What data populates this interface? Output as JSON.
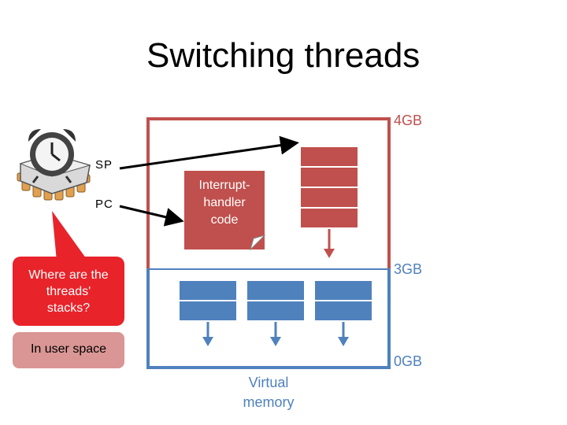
{
  "title": "Switching threads",
  "registers": {
    "sp": "SP",
    "pc": "PC"
  },
  "memory_labels": {
    "top": "4GB",
    "boundary": "3GB",
    "bottom": "0GB"
  },
  "handler_box": {
    "line1": "Interrupt-",
    "line2": "handler",
    "line3": "code"
  },
  "callout": {
    "line1": "Where are the",
    "line2": "threads'",
    "line3": "stacks?"
  },
  "user_note": "In user space",
  "footer": {
    "line1": "Virtual",
    "line2": "memory"
  },
  "colors": {
    "kernel": "#c0504d",
    "user": "#4f81bd",
    "callout": "#e8232a",
    "note": "#d99694"
  },
  "icons": [
    "alarm-clock-icon",
    "cpu-chip-icon"
  ]
}
